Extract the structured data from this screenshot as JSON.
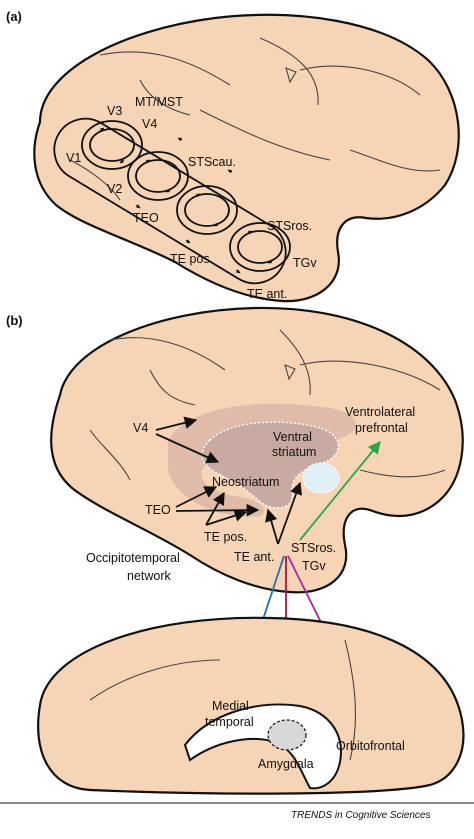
{
  "panel_a": {
    "label": "(a)",
    "regions": {
      "v1": "V1",
      "v2": "V2",
      "v3": "V3",
      "v4": "V4",
      "mt_mst": "MT/MST",
      "sts_cau": "STScau.",
      "teo": "TEO",
      "sts_ros": "STSros.",
      "te_pos": "TE pos.",
      "tgv": "TGv",
      "te_ant": "TE ant."
    }
  },
  "panel_b": {
    "label": "(b)",
    "regions": {
      "v4": "V4",
      "teo": "TEO",
      "te_pos": "TE pos.",
      "te_ant": "TE ant.",
      "sts_ros": "STSros.",
      "tgv": "TGv",
      "neostriatum": "Neostriatum",
      "ventral_striatum_1": "Ventral",
      "ventral_striatum_2": "striatum",
      "vlpfc_1": "Ventrolateral",
      "vlpfc_2": "prefrontal",
      "network_1": "Occipitotemporal",
      "network_2": "network",
      "medial_temporal_1": "Medial",
      "medial_temporal_2": "temporal",
      "amygdala": "Amygdala",
      "orbitofrontal": "Orbitofrontal"
    },
    "arrow_colors": {
      "green": "#2aa844",
      "blue": "#1f6fa8",
      "crimson": "#a8163c",
      "magenta": "#a8249e"
    }
  },
  "credit": "TRENDS in Cognitive Sciences",
  "colors": {
    "brain_fill": "#f6d4b6",
    "network_band": "#d9b3a6",
    "striatum_fill": "#c8aaa2",
    "ventral_fill": "#dff0f6",
    "amygdala_fill": "#d8d8d8"
  }
}
